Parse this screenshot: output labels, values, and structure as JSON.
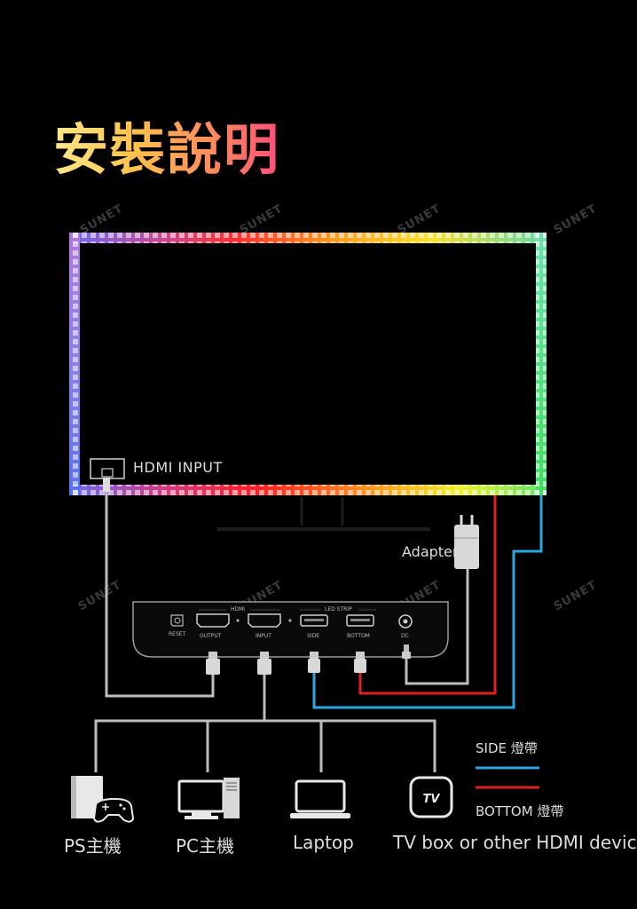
{
  "title": "安裝說明",
  "watermark": "SUNET",
  "tv_label": "HDMI INPUT",
  "adapter_label": "Adapter",
  "box": {
    "hdmi_group": "HDMI",
    "led_group": "LED STRIP",
    "ports": [
      "RESET",
      "OUTPUT",
      "INPUT",
      "SIDE",
      "BOTTOM",
      "DC"
    ]
  },
  "devices": [
    "PS主機",
    "PC主機",
    "Laptop",
    "TV box or other HDMI device"
  ],
  "tv_icon_text": "TV",
  "legend": {
    "side": "SIDE 燈帶",
    "bottom": "BOTTOM 燈帶",
    "side_color": "#2aa7e0",
    "bottom_color": "#e02020"
  }
}
